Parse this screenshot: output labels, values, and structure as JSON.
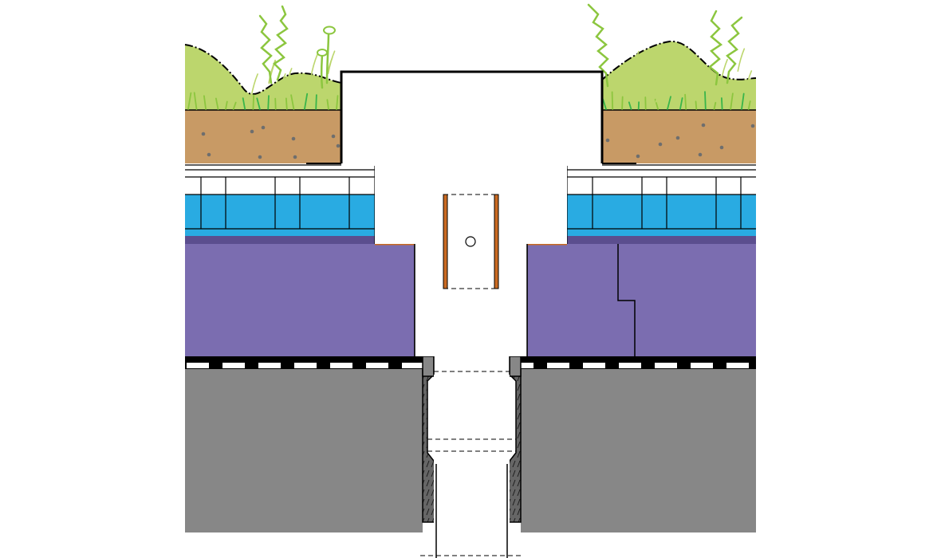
{
  "diagram": {
    "kind": "roof-drain-cross-section",
    "layers_top_to_bottom": [
      {
        "name": "vegetation",
        "color": "#bcd66d"
      },
      {
        "name": "growing-substrate",
        "color": "#c89a65"
      },
      {
        "name": "filter-and-drainage-layer",
        "color": "#ffffff"
      },
      {
        "name": "water-retention-layer",
        "color": "#29abe2"
      },
      {
        "name": "root-barrier-membrane",
        "color": "#5b4e8e"
      },
      {
        "name": "thermal-insulation",
        "color": "#7b6db0"
      },
      {
        "name": "vapour-barrier",
        "color": "#000000"
      },
      {
        "name": "concrete-slab",
        "color": "#878787"
      }
    ],
    "components": [
      {
        "name": "inspection-chamber",
        "color": "#ffffff"
      },
      {
        "name": "drain-extension-sleeve",
        "color": "#c96a22"
      },
      {
        "name": "drain-body",
        "color": "#666666"
      },
      {
        "name": "drain-pipe",
        "color": "#ffffff"
      }
    ],
    "colors": {
      "grass": "#8cc63f",
      "grass_dark": "#39b54a",
      "outline": "#000000",
      "gravel_dots": "#6e6e6e"
    }
  }
}
